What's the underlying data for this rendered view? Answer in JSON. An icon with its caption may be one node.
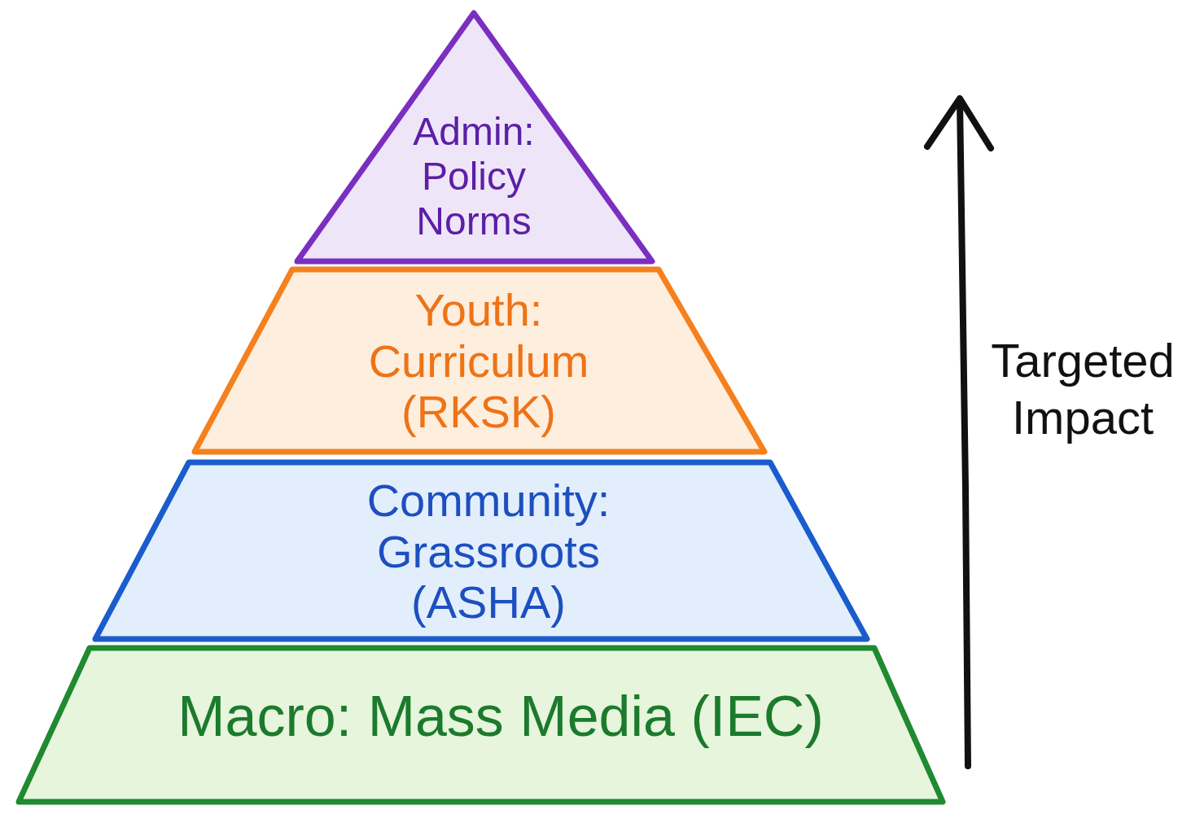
{
  "diagram": {
    "nodes": [
      {
        "text": [
          "Admin: Policy Norms"
        ]
      },
      {
        "text": [
          "Youth: Curriculum (RKSK)"
        ]
      },
      {
        "text": [
          "Community: Grassroots (ASHA)"
        ]
      },
      {
        "text": [
          "Macro: Mass Media (IEC)"
        ]
      }
    ],
    "labels": [
      "Targeted Impact"
    ]
  }
}
